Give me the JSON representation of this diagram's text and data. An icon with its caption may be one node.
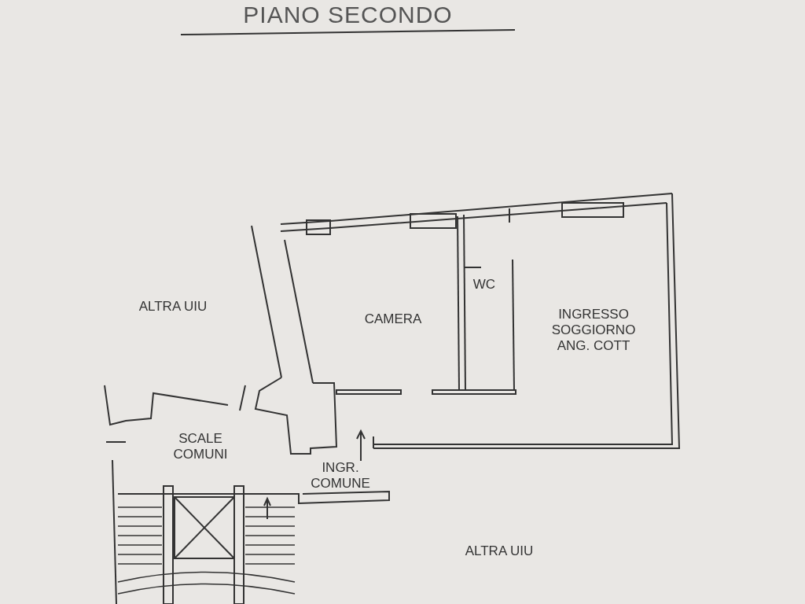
{
  "diagram": {
    "title": "PIANO SECONDO",
    "labels": [
      "ALTRA UIU",
      "CAMERA",
      "WC",
      "INGRESSO SOGGIORNO ANG. COTT",
      "SCALE COMUNI",
      "INGR. COMUNE",
      "ALTRA UIU"
    ]
  }
}
